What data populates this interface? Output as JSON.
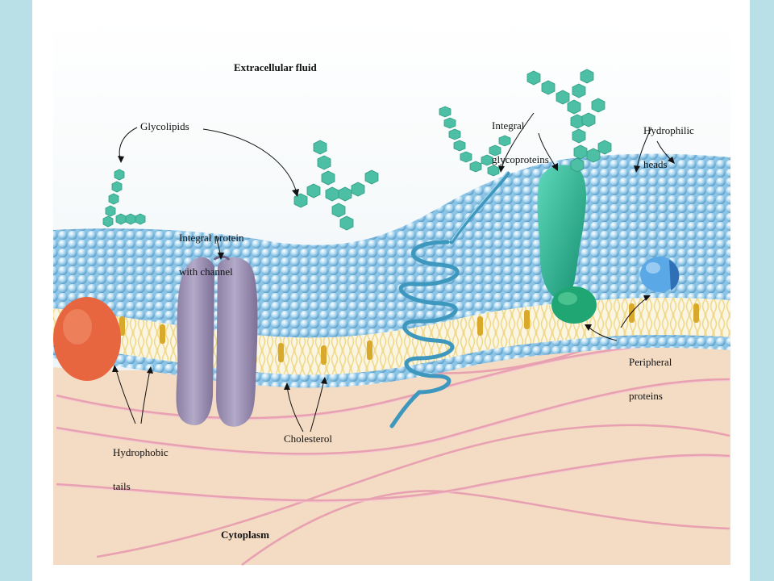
{
  "labels": {
    "extracellular": "Extracellular fluid",
    "cytoplasm": "Cytoplasm",
    "glycolipids": "Glycolipids",
    "integral_protein_line1": "Integral protein",
    "integral_protein_line2": "with channel",
    "integral_glyco_line1": "Integral",
    "integral_glyco_line2": "glycoproteins",
    "hydrophilic_line1": "Hydrophilic",
    "hydrophilic_line2": "heads",
    "peripheral_line1": "Peripheral",
    "peripheral_line2": "proteins",
    "hydrophobic_line1": "Hydrophobic",
    "hydrophobic_line2": "tails",
    "cholesterol": "Cholesterol"
  },
  "colors": {
    "frame": "#b9e0e6",
    "extracellular_bg": "#eef4f6",
    "cytoplasm_bg": "#f4dcc4",
    "phospholipid_head": "#a9d6f0",
    "tail": "#f3e29a",
    "cholesterol": "#d9a92b",
    "channel_protein": "#9a8fb0",
    "glycoprotein": "#2fb79a",
    "peripheral_blue": "#5aa9e6",
    "red_protein": "#e8663f",
    "helix": "#3e97bd",
    "sugar": "#4dbfa5",
    "cytoskeleton": "#e79bb0"
  }
}
